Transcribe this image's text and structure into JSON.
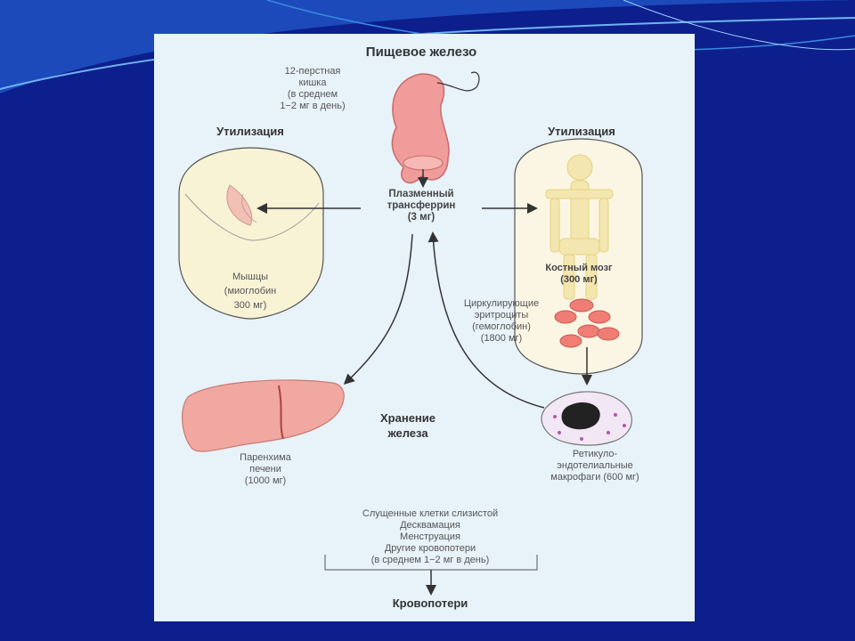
{
  "slide": {
    "background": "#0c1f8c",
    "accent": "#2a7bd6"
  },
  "diagram": {
    "dietary_iron": {
      "title": "Пищевое железо"
    },
    "duodenum": {
      "lines": [
        "12-перстная",
        "кишка",
        "(в среднем",
        "1−2 мг в день)"
      ]
    },
    "utilization_left": "Утилизация",
    "utilization_right": "Утилизация",
    "transferrin": {
      "lines": [
        "Плазменный",
        "трансферрин",
        "(3 мг)"
      ]
    },
    "muscles": {
      "lines": [
        "Мышцы",
        "(миоглобин",
        "300 мг)"
      ]
    },
    "bone_marrow": {
      "lines": [
        "Костный мозг",
        "(300 мг)"
      ]
    },
    "erythrocytes": {
      "lines": [
        "Циркулирующие",
        "эритроциты",
        "(гемоглобин)",
        "(1800 мг)"
      ]
    },
    "storage": {
      "lines": [
        "Хранение",
        "железа"
      ]
    },
    "liver": {
      "lines": [
        "Паренхима",
        "печени",
        "(1000 мг)"
      ]
    },
    "macrophages": {
      "lines": [
        "Ретикуло-",
        "эндотелиальные",
        "макрофаги (600 мг)"
      ]
    },
    "losses_list": [
      "Слущенные клетки слизистой",
      "Десквамация",
      "Менструация",
      "Другие кровопотери",
      "(в среднем 1−2 мг в день)"
    ],
    "blood_loss": "Кровопотери"
  }
}
